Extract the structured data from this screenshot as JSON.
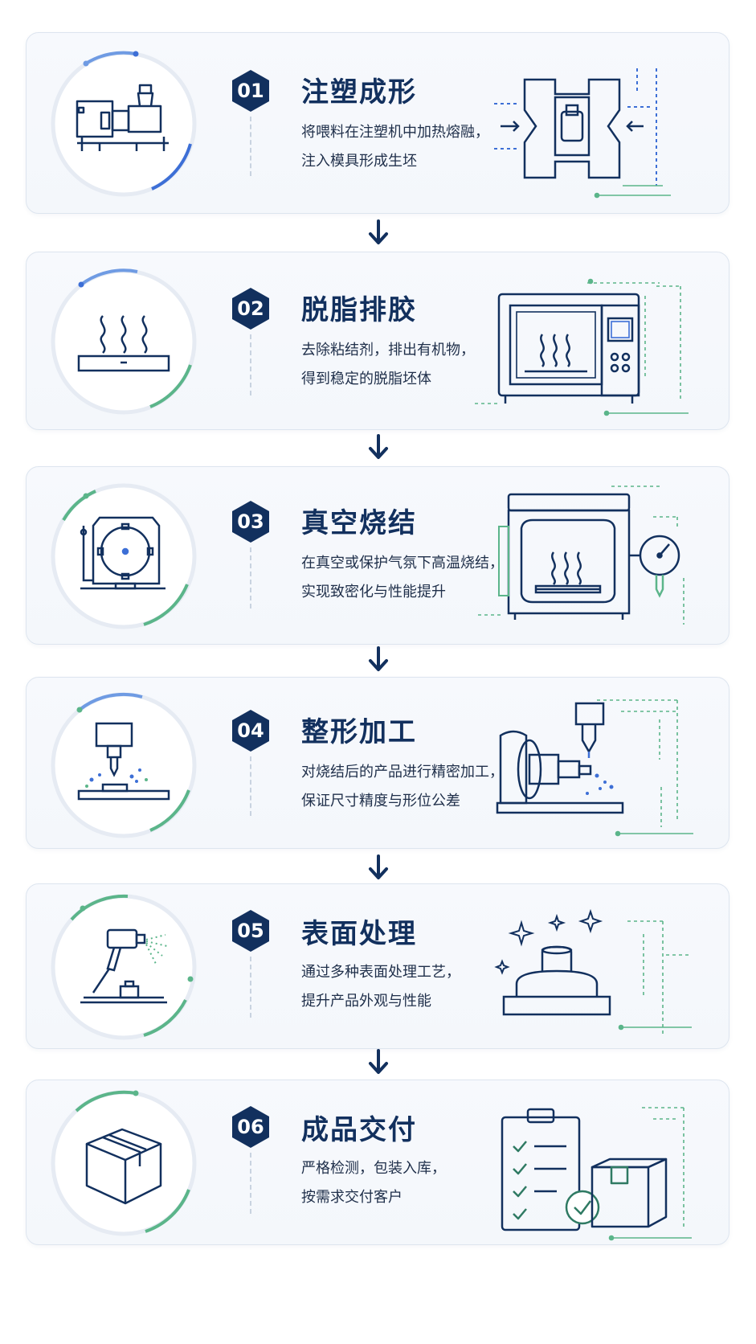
{
  "steps": [
    {
      "num": "01",
      "title": "注塑成形",
      "line1": "将喂料在注塑机中加热熔融，",
      "line2": "注入模具形成生坯",
      "illustration": "injection-molding-machine-icon",
      "detail": "mold-assembly-icon"
    },
    {
      "num": "02",
      "title": "脱脂排胶",
      "line1": "去除粘结剂，排出有机物，",
      "line2": "得到稳定的脱脂坯体",
      "illustration": "heat-plate-icon",
      "detail": "debinding-furnace-icon"
    },
    {
      "num": "03",
      "title": "真空烧结",
      "line1": "在真空或保护气氛下高温烧结，",
      "line2": "实现致密化与性能提升",
      "illustration": "vacuum-chamber-icon",
      "detail": "sintering-furnace-icon"
    },
    {
      "num": "04",
      "title": "整形加工",
      "line1": "对烧结后的产品进行精密加工，",
      "line2": "保证尺寸精度与形位公差",
      "illustration": "cnc-spindle-icon",
      "detail": "lathe-machining-icon"
    },
    {
      "num": "05",
      "title": "表面处理",
      "line1": "通过多种表面处理工艺，",
      "line2": "提升产品外观与性能",
      "illustration": "spray-gun-icon",
      "detail": "polished-part-icon"
    },
    {
      "num": "06",
      "title": "成品交付",
      "line1": "严格检测，包装入库，",
      "line2": "按需求交付客户",
      "illustration": "package-box-icon",
      "detail": "checklist-delivery-icon"
    }
  ],
  "colors": {
    "navy": "#12305e",
    "accent_blue": "#3d6fd6",
    "accent_green": "#5bb58a",
    "card_border": "#dde5ef"
  }
}
